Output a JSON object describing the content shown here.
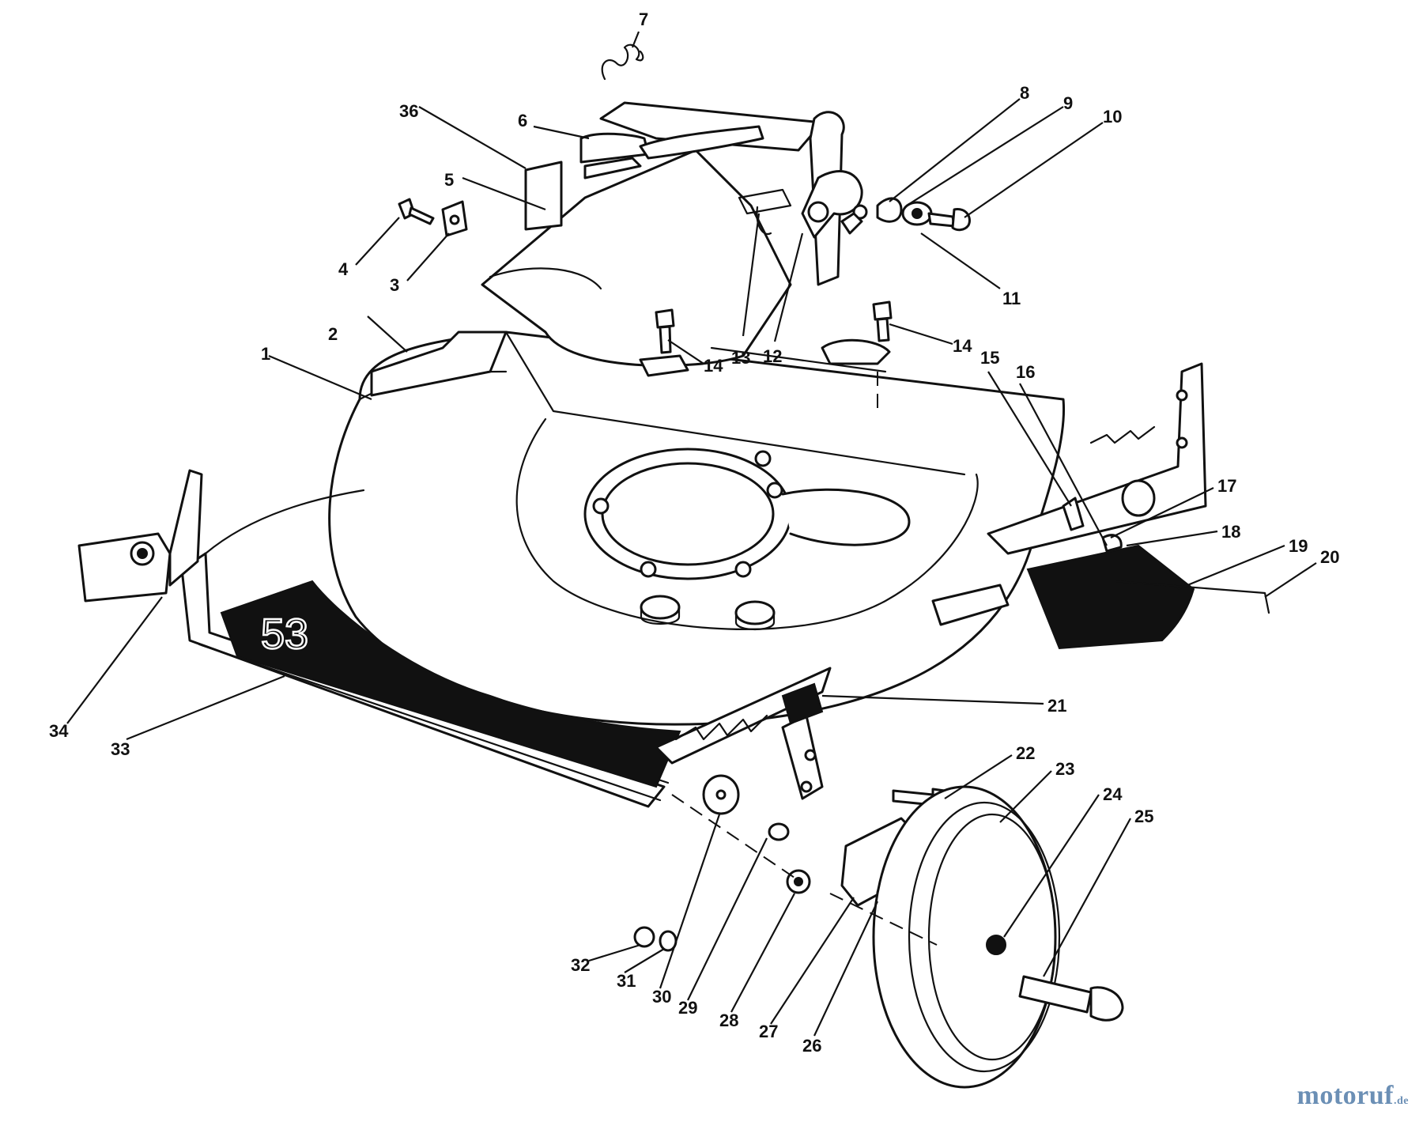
{
  "diagram": {
    "decal_text": "53",
    "callouts": [
      "1",
      "2",
      "3",
      "4",
      "5",
      "6",
      "7",
      "8",
      "9",
      "10",
      "11",
      "12",
      "13",
      "14",
      "14",
      "14",
      "15",
      "16",
      "17",
      "18",
      "19",
      "20",
      "21",
      "22",
      "23",
      "24",
      "25",
      "26",
      "27",
      "28",
      "29",
      "30",
      "31",
      "32",
      "33",
      "34",
      "36"
    ]
  },
  "watermark": {
    "name": "motoruf",
    "tld": ".de",
    "colors": {
      "main": "#6b8fb5",
      "accent": "#d28a2a"
    }
  },
  "colors": {
    "line": "#111111",
    "background": "#ffffff"
  }
}
